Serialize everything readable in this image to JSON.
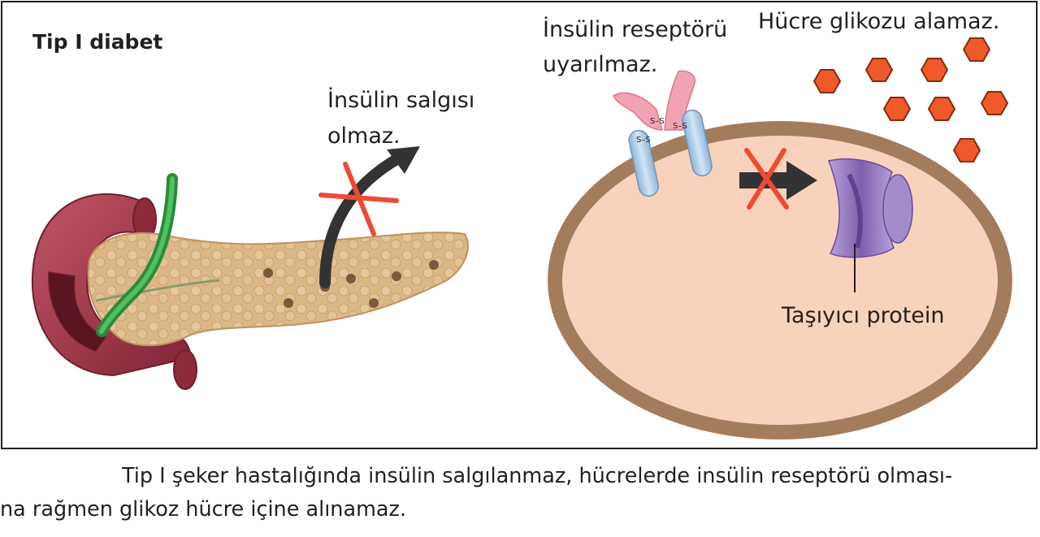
{
  "figure": {
    "heading": "Tip I diabet",
    "secretion_label": [
      "İnsülin salgısı",
      "olmaz."
    ],
    "receptor_label": [
      "İnsülin reseptörü",
      "uyarılmaz."
    ],
    "glucose_label": "Hücre glikozu alamaz.",
    "protein_label": "Taşıyıcı protein",
    "disulfide_label": "S–S"
  },
  "caption": {
    "line1": "Tip I şeker hastalığında insülin salgılanmaz, hücrelerde insülin reseptörü olması-",
    "line2": "na rağmen glikoz hücre içine alınamaz."
  },
  "colors": {
    "frame": "#231f20",
    "cell_membrane": "#a57c5b",
    "cell_interior": "#f9d2bb",
    "glucose": "#ef5a28",
    "cross": "#ef4a33",
    "arrow": "#333333",
    "protein": "#9b7fc3",
    "receptor": "#a9cbe6",
    "insulin_chain": "#f2a3b3",
    "pancreas": "#dcb886",
    "duodenum": "#9e3a4a",
    "duct": "#3aa548"
  }
}
